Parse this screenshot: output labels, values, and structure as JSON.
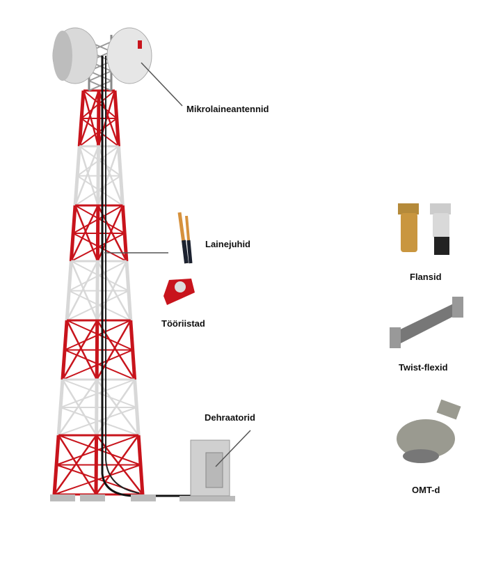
{
  "labels": {
    "antennas": "Mikrolaineantennid",
    "waveguides": "Lainejuhid",
    "tools": "Tööriistad",
    "dehydrators": "Dehraatorid",
    "flanges": "Flansid",
    "twist_flex": "Twist-flexid",
    "omt": "OMT-d"
  },
  "colors": {
    "tower_red": "#c8141c",
    "tower_white": "#d8d8d8",
    "leader": "#555555"
  }
}
